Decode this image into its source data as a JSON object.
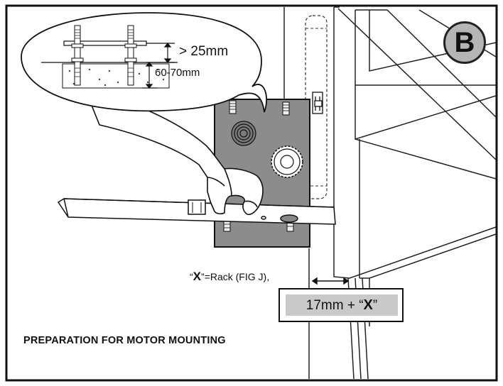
{
  "figure": {
    "badge_letter": "B",
    "callout_top_gap": "> 25mm",
    "callout_embed_depth": "60-70mm",
    "x_note_key": "X",
    "x_note_open_quote": "“",
    "x_note_close_quote": "”",
    "x_note_rest": "=Rack (FIG J),",
    "dimension_prefix": "17mm + “",
    "dimension_key": "X",
    "dimension_suffix": "”",
    "caption": "PREPARATION FOR MOTOR MOUNTING"
  },
  "colors": {
    "plate": "#8c8c8c",
    "badge": "#b5b5b5",
    "dimension_fill": "#c9c9c9",
    "line": "#111111"
  }
}
